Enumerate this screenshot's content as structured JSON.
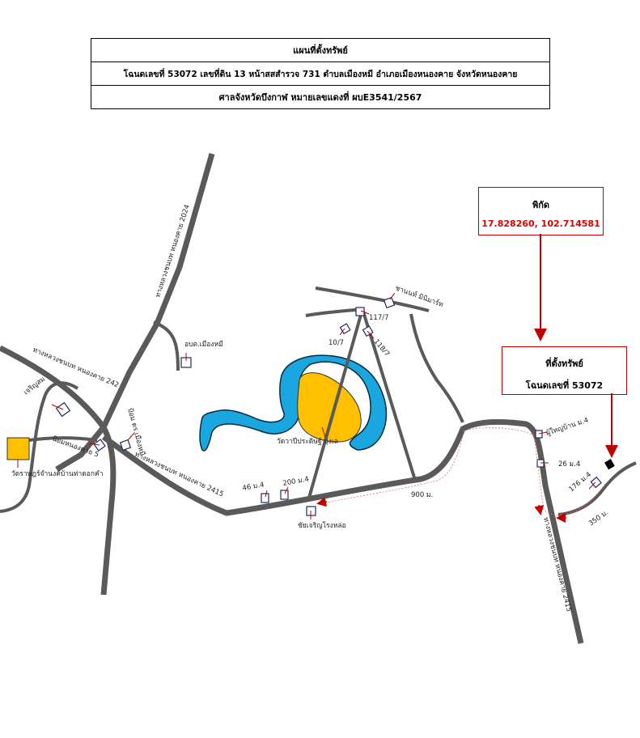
{
  "header": {
    "title": "แผนที่ตั้งทรัพย์",
    "deed_line": "โฉนดเลขที่  53072  เลขที่ดิน 13 หน้าสสสำรวจ  731   ตำบลเมืองหมี  อำเภอเมืองหนองคาย  จังหวัดหนองคาย",
    "court_line": "ศาลจังหวัดบึงกาฬ  หมายเลขแดงที่  ผบE3541/2567"
  },
  "coordinates_box": {
    "title": "พิกัด",
    "value": "17.828260, 102.714581"
  },
  "property_box": {
    "title": "ที่ตั้งทรัพย์",
    "deed": "โฉนดเลขที่  53072"
  },
  "map_labels": {
    "road_2024": "ทางหลวงชนบท หนองคาย 2024",
    "road_242": "ทางหลวงชนบท หนองคาย 242",
    "road_2415_left": "ทางหลวงชนบท หนองคาย 2415",
    "road_2415_right": "ทางหลวงชนบท หนองคาย 2415",
    "obt": "อบต.เมืองหมี",
    "jaroensom": "เจริญสม",
    "niyom": "นิยมหนองคาย 5",
    "wat_rat": "วัดราษฎร์จำนงค์บ้านท่าดอกคำ",
    "pom": "ป้อม ตร.เมืองหมี",
    "wat_lake": "วัดวาปีประดิษฐ์ บุ่งเล",
    "chai": "ชัยเจริญโรงหล่อ",
    "sanan": "ชานนท์ มินิมาร์ท",
    "h117": "117/7",
    "h118": "118/7",
    "h10": "10/7",
    "h46": "46 ม.4",
    "h200": "200 ม.4",
    "headman": "ผู้ใหญ่บ้าน ม.4",
    "h26": "26 ม.4",
    "h176": "176 ม.4",
    "dist_900": "900 ม.",
    "dist_350": "350 ม."
  },
  "colors": {
    "road": "#5a5a5a",
    "water": "#1aa7e0",
    "temple": "#ffc000",
    "marker_red": "#c00000"
  }
}
